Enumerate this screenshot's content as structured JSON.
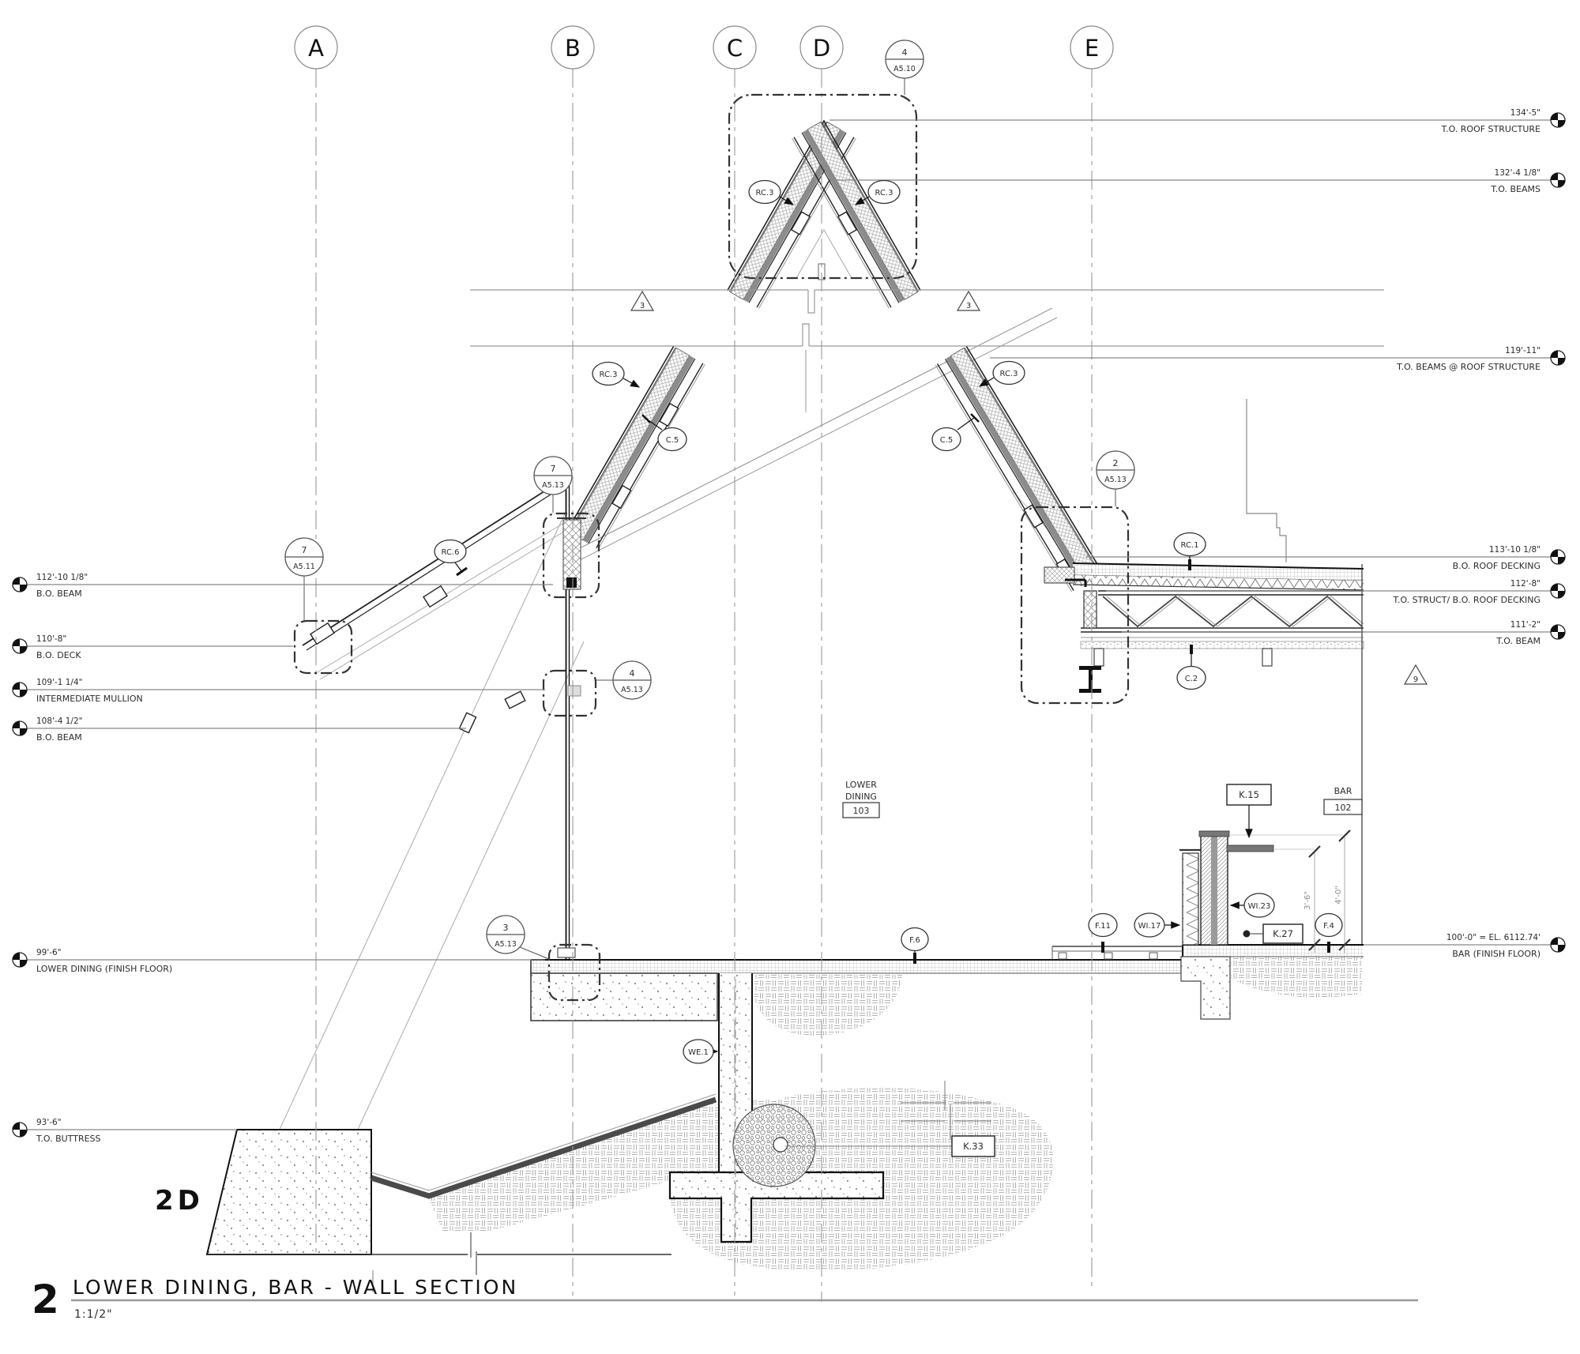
{
  "title_block": {
    "number": "2",
    "name": "LOWER DINING, BAR - WALL SECTION",
    "scale": "1:1/2\"",
    "zone": "2D"
  },
  "grids": {
    "a": "A",
    "b": "B",
    "c": "C",
    "d": "D",
    "e": "E"
  },
  "callouts": {
    "top": {
      "num": "4",
      "sheet": "A5.10"
    },
    "eave_b": {
      "num": "7",
      "sheet": "A5.13"
    },
    "glazing_sill": {
      "num": "7",
      "sheet": "A5.11"
    },
    "mullion": {
      "num": "4",
      "sheet": "A5.13"
    },
    "base_b": {
      "num": "3",
      "sheet": "A5.13"
    },
    "eave_e": {
      "num": "2",
      "sheet": "A5.13"
    }
  },
  "elevations": {
    "left": [
      {
        "value": "112'-10 1/8\"",
        "label": "B.O. BEAM"
      },
      {
        "value": "110'-8\"",
        "label": "B.O. DECK"
      },
      {
        "value": "109'-1 1/4\"",
        "label": "INTERMEDIATE MULLION"
      },
      {
        "value": "108'-4 1/2\"",
        "label": "B.O. BEAM"
      },
      {
        "value": "99'-6\"",
        "label": "LOWER DINING (FINISH FLOOR)"
      },
      {
        "value": "93'-6\"",
        "label": "T.O. BUTTRESS"
      }
    ],
    "right": [
      {
        "value": "134'-5\"",
        "label": "T.O. ROOF STRUCTURE"
      },
      {
        "value": "132'-4 1/8\"",
        "label": "T.O. BEAMS"
      },
      {
        "value": "119'-11\"",
        "label": "T.O. BEAMS @ ROOF STRUCTURE"
      },
      {
        "value": "113'-10 1/8\"",
        "label": "B.O. ROOF DECKING"
      },
      {
        "value": "112'-8\"",
        "label": "T.O. STRUCT/ B.O. ROOF DECKING"
      },
      {
        "value": "111'-2\"",
        "label": "T.O. BEAM"
      },
      {
        "value": "100'-0\" = EL. 6112.74'",
        "label": "BAR (FINISH FLOOR)"
      }
    ]
  },
  "keynotes": {
    "rc3": "RC.3",
    "rc6": "RC.6",
    "rc1": "RC.1",
    "c5": "C.5",
    "c2": "C.2",
    "f6": "F.6",
    "f11": "F.11",
    "f4": "F.4",
    "we1": "WE.1",
    "wi17": "WI.17",
    "wi23": "WI.23",
    "k15": "K.15",
    "k27": "K.27",
    "k33": "K.33"
  },
  "rooms": {
    "dining": {
      "line1": "LOWER",
      "line2": "DINING",
      "number": "103"
    },
    "bar": {
      "name": "BAR",
      "number": "102"
    }
  },
  "dimensions": {
    "counter_height": "3'-6\"",
    "bar_height": "4'-0\""
  },
  "match_markers": {
    "left": "3",
    "right": "3",
    "east": "9"
  }
}
